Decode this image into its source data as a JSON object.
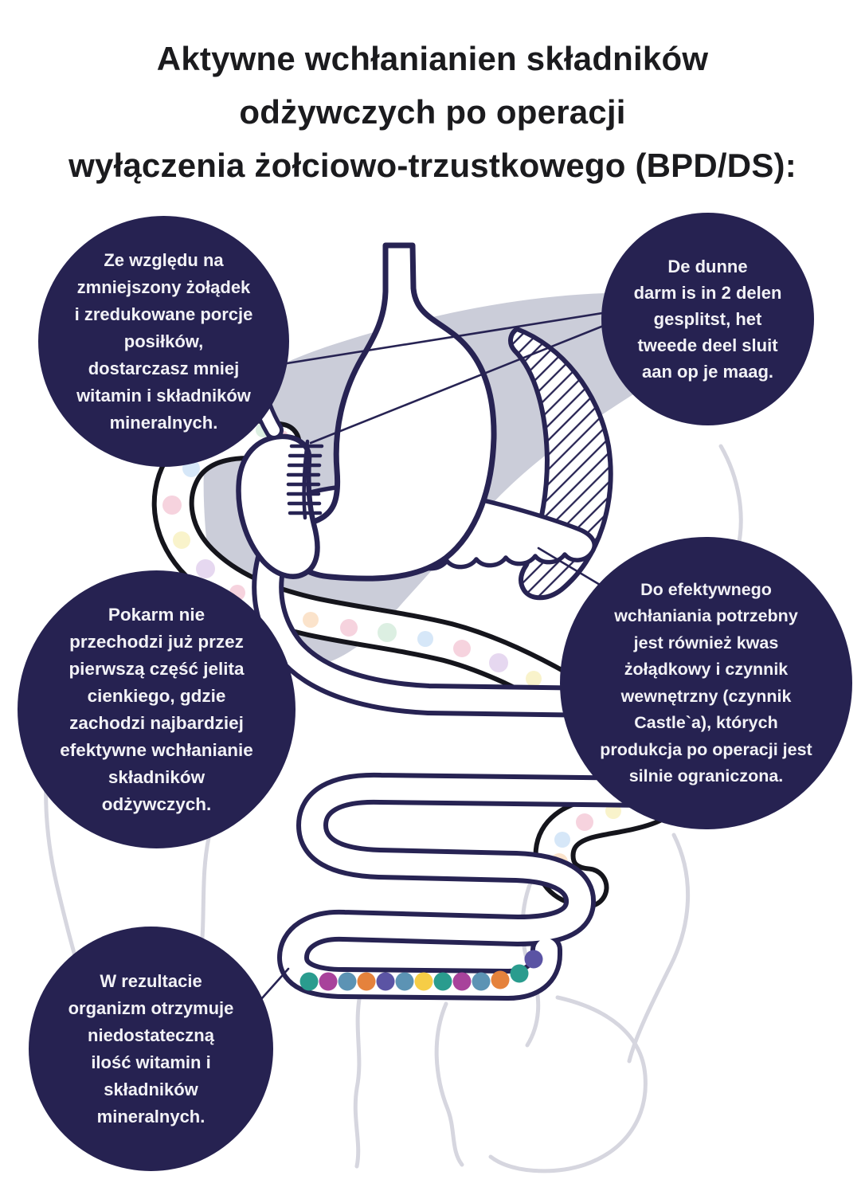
{
  "title": {
    "lines": [
      "Aktywne wchłanianien składników",
      "odżywczych po operacji",
      "wyłączenia żołciowo-trzustkowego (BPD/DS):"
    ]
  },
  "bubbles": [
    {
      "name": "stomach-size",
      "text": "Ze względu na\nzmniejszony żołądek\ni zredukowane porcje\nposiłków,\ndostarczasz mniej\nwitamin i składników\nmineralnych."
    },
    {
      "name": "bowel-split",
      "text": "De dunne\ndarm is in 2 delen\ngesplitst, het\ntweede deel sluit\naan op je maag."
    },
    {
      "name": "food-bypass",
      "text": "Pokarm nie\nprzechodzi już przez\npierwszą część jelita\ncienkiego, gdzie\nzachodzi najbardziej\nefektywne wchłanianie\nskładników\nodżywczych."
    },
    {
      "name": "absorption-factors",
      "text": "Do efektywnego\nwchłaniania potrzebny\njest również kwas\nżołądkowy i czynnik\nwewnętrzny (czynnik\nCastle`a), których\nprodukcja po operacji jest\nsilnie ograniczona."
    },
    {
      "name": "result-deficiency",
      "text": "W rezultacie\norganizm otrzymuje\nniedostateczną\nilość witamin i\nskładników\nmineralnych."
    }
  ],
  "colors": {
    "background": "#ffffff",
    "title_text": "#1b1b1e",
    "bubble_fill": "#262251",
    "bubble_text": "#f2f2f6",
    "outline_navy": "#272353",
    "limb_outline_black": "#15151c",
    "liver_gray": "#cbcdd9",
    "colon_gray": "#d6d6df"
  },
  "illustration": {
    "common_dot_radius": 11.5,
    "common_channel_dots": [
      [
        388,
        1232,
        "#2a9c8e"
      ],
      [
        412,
        1232,
        "#a8429b"
      ],
      [
        436,
        1232,
        "#5c93b4"
      ],
      [
        460,
        1232,
        "#e5823c"
      ],
      [
        484,
        1232,
        "#5b54a4"
      ],
      [
        508,
        1232,
        "#5c93b4"
      ],
      [
        532,
        1232,
        "#f6cd46"
      ],
      [
        556,
        1232,
        "#2a9c8e"
      ],
      [
        580,
        1232,
        "#a8429b"
      ],
      [
        604,
        1232,
        "#5c93b4"
      ],
      [
        628,
        1230,
        "#e5823c"
      ],
      [
        652,
        1222,
        "#2a9c8e"
      ],
      [
        670,
        1204,
        "#5b54a4"
      ]
    ],
    "pastel_dots": [
      [
        240,
        588,
        11,
        "#d6e7f8"
      ],
      [
        216,
        634,
        12,
        "#f6d3de"
      ],
      [
        228,
        678,
        11,
        "#f9f3cb"
      ],
      [
        258,
        714,
        12,
        "#e6d8f0"
      ],
      [
        298,
        744,
        10,
        "#f6d3de"
      ],
      [
        342,
        764,
        12,
        "#d6e7f8"
      ],
      [
        390,
        778,
        10,
        "#fbe3cb"
      ],
      [
        438,
        788,
        11,
        "#f6d3de"
      ],
      [
        486,
        794,
        12,
        "#dcefe2"
      ],
      [
        534,
        802,
        10,
        "#d6e7f8"
      ],
      [
        580,
        814,
        11,
        "#f6d3de"
      ],
      [
        626,
        832,
        12,
        "#e6d8f0"
      ],
      [
        670,
        852,
        10,
        "#f9f3cb"
      ],
      [
        714,
        876,
        12,
        "#f6d3de"
      ],
      [
        756,
        900,
        11,
        "#d6e7f8"
      ],
      [
        794,
        928,
        10,
        "#fbe3cb"
      ],
      [
        822,
        954,
        12,
        "#f6d3de"
      ],
      [
        834,
        982,
        10,
        "#e6d8f0"
      ],
      [
        808,
        1006,
        11,
        "#d6e7f8"
      ],
      [
        770,
        1018,
        10,
        "#f9f3cb"
      ],
      [
        734,
        1032,
        11,
        "#f6d3de"
      ],
      [
        706,
        1054,
        10,
        "#d6e7f8"
      ],
      [
        702,
        1082,
        11,
        "#fbe3cb"
      ],
      [
        722,
        1104,
        10,
        "#f6d3de"
      ],
      [
        330,
        540,
        9,
        "#dcefe2"
      ],
      [
        354,
        548,
        8,
        "#f6d3de"
      ]
    ]
  }
}
